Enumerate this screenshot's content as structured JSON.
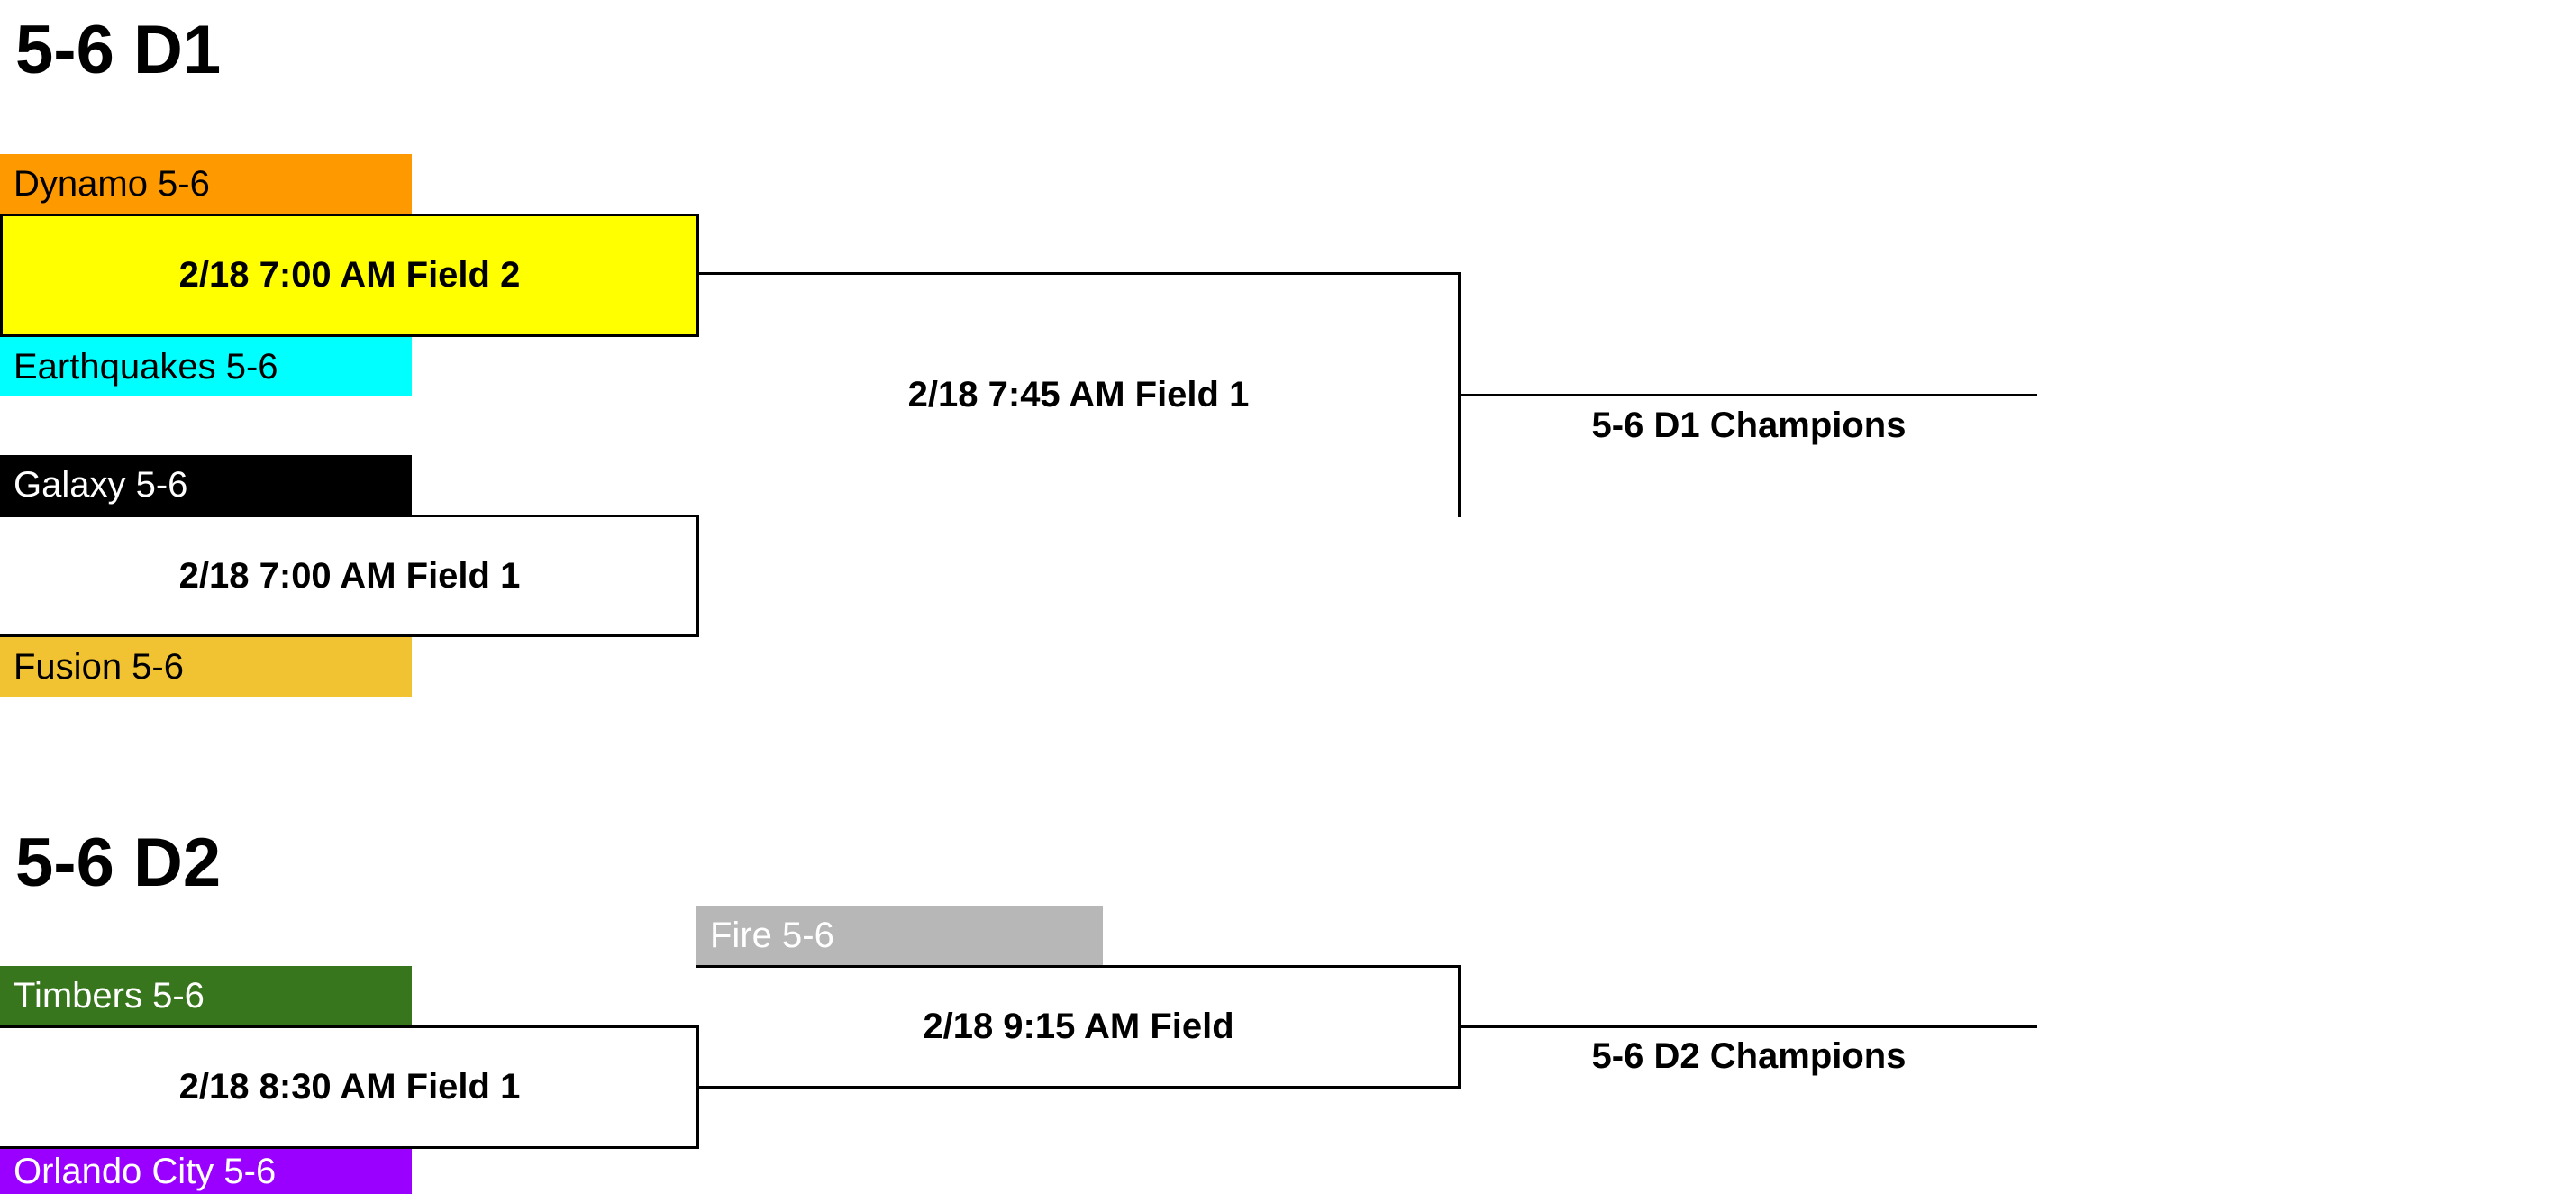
{
  "brackets": [
    {
      "title": "5-6 D1",
      "teams": [
        {
          "label": "Dynamo 5-6",
          "bg": "#FF9900",
          "fg": "#000000"
        },
        {
          "label": "Earthquakes 5-6",
          "bg": "#00FFFF",
          "fg": "#000000"
        },
        {
          "label": "Galaxy 5-6",
          "bg": "#000000",
          "fg": "#FFFFFF"
        },
        {
          "label": "Fusion 5-6",
          "bg": "#F1C232",
          "fg": "#000000"
        }
      ],
      "matches": [
        {
          "label": "2/18 7:00 AM Field 2",
          "highlight": "#FFFF00"
        },
        {
          "label": "2/18 7:00 AM Field 1"
        },
        {
          "label": "2/18 7:45 AM Field 1"
        }
      ],
      "champion": "5-6 D1 Champions"
    },
    {
      "title": "5-6 D2",
      "teams": [
        {
          "label": "Fire 5-6",
          "bg": "#B7B7B7",
          "fg": "#FFFFFF"
        },
        {
          "label": "Timbers 5-6",
          "bg": "#38761D",
          "fg": "#FFFFFF"
        },
        {
          "label": "Orlando City 5-6",
          "bg": "#9900FF",
          "fg": "#FFFFFF"
        }
      ],
      "matches": [
        {
          "label": "2/18 8:30 AM Field 1"
        },
        {
          "label": "2/18 9:15 AM Field"
        }
      ],
      "champion": "5-6 D2 Champions"
    }
  ]
}
